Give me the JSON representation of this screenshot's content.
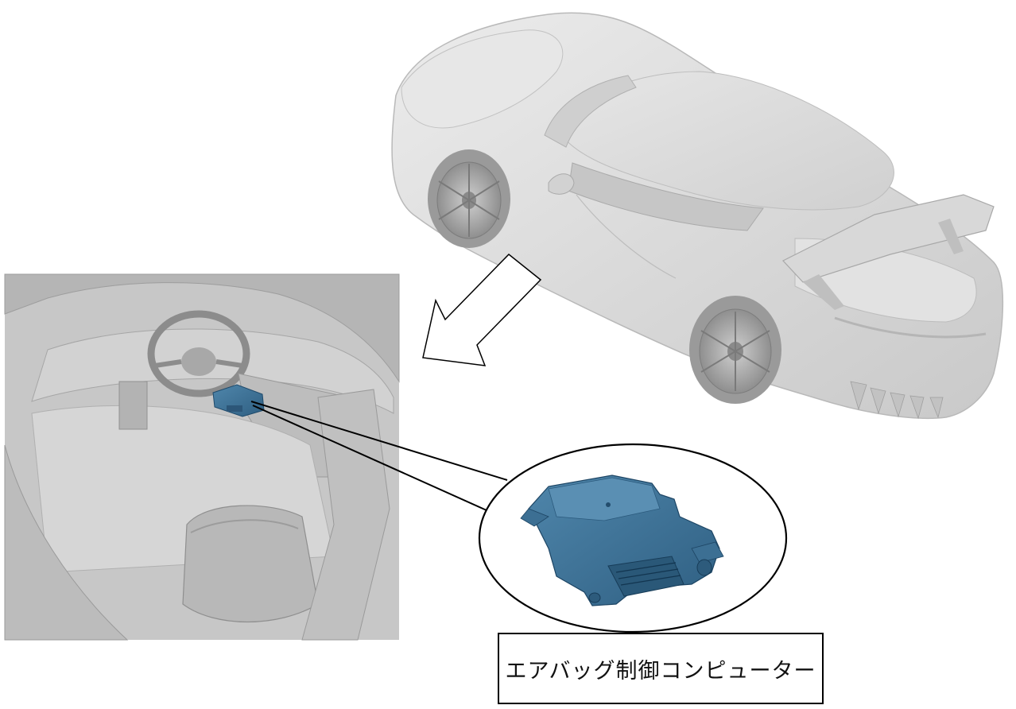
{
  "figure": {
    "views": [
      "car-exterior-rear-three-quarter",
      "cabin-interior-driver-side",
      "component-detail-zoom"
    ],
    "component": {
      "name": "エアバッグ制御コンピューター",
      "color": "#3a6f95"
    },
    "colors": {
      "car_body": "#dcdcdc",
      "interior_panel": "#bfbfbf",
      "outline": "#000000"
    }
  }
}
